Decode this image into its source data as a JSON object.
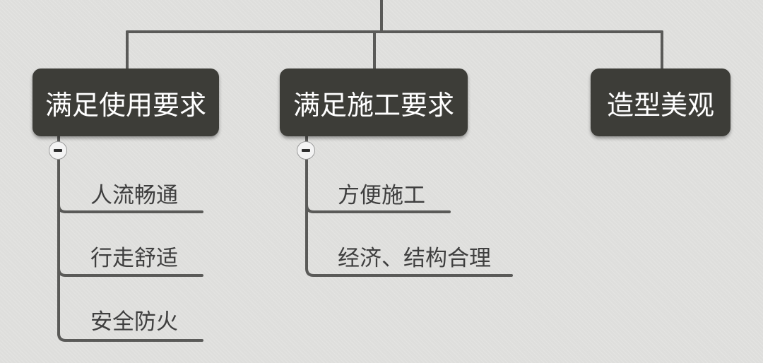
{
  "topics": [
    {
      "label": "满足使用要求",
      "children": [
        "人流畅通",
        "行走舒适",
        "安全防火"
      ]
    },
    {
      "label": "满足施工要求",
      "children": [
        "方便施工",
        "经济、结构合理"
      ]
    },
    {
      "label": "造型美观",
      "children": []
    }
  ],
  "colors": {
    "topic_fill": "#3d3d38",
    "topic_text": "#ffffff",
    "connector": "#5a5a58",
    "subtopic_text": "#3f3f3f",
    "background": "#dededc"
  },
  "icons": {
    "collapse": "minus-icon"
  }
}
